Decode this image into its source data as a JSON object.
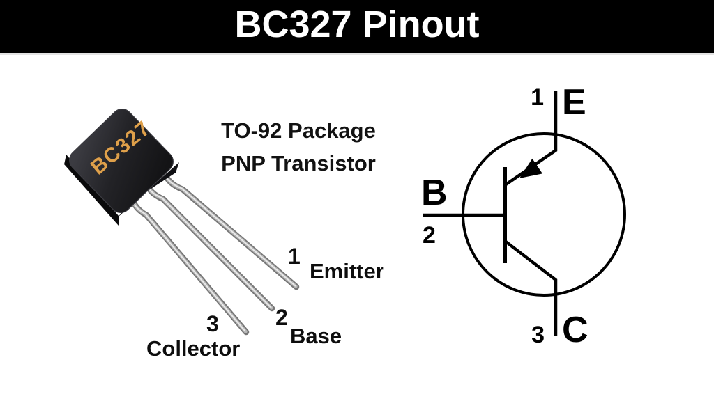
{
  "header": {
    "title": "BC327 Pinout"
  },
  "package": {
    "label": "BC327",
    "caption_line1": "TO-92 Package",
    "caption_line2": "PNP Transistor",
    "pins": [
      {
        "number": "1",
        "name": "Emitter"
      },
      {
        "number": "2",
        "name": "Base"
      },
      {
        "number": "3",
        "name": "Collector"
      }
    ]
  },
  "schematic": {
    "terminals": [
      {
        "letter": "E",
        "number": "1"
      },
      {
        "letter": "B",
        "number": "2"
      },
      {
        "letter": "C",
        "number": "3"
      }
    ]
  },
  "colors": {
    "header_bg": "#000000",
    "header_fg": "#ffffff",
    "marking_orange": "#dfa04a",
    "symbol_line": "#000000",
    "lead_metal": "#b8b8b8"
  }
}
